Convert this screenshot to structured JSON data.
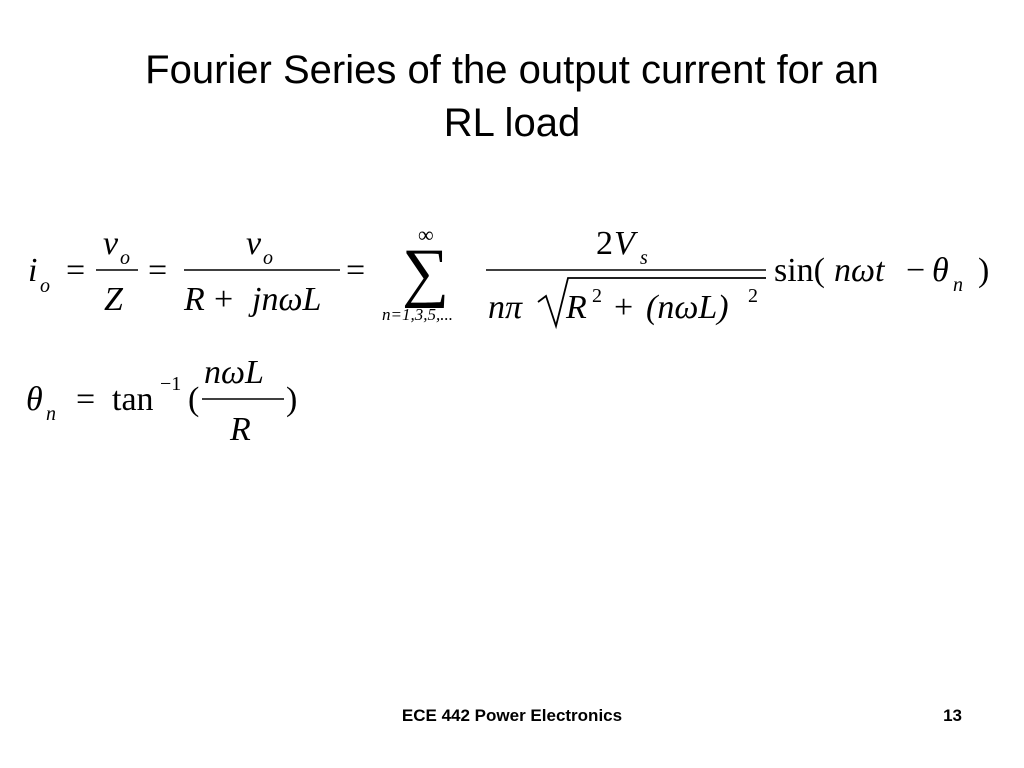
{
  "slide": {
    "title_line1": "Fourier Series of the output current for an",
    "title_line2": "RL load"
  },
  "equation1": {
    "io": "i",
    "io_sub": "o",
    "eq": "=",
    "v": "v",
    "v_sub": "o",
    "Z": "Z",
    "R": "R",
    "plus": "+",
    "jnwL": "jnωL",
    "sum": "∑",
    "infinity": "∞",
    "sum_lower": "n=1,3,5,...",
    "two": "2",
    "V": "V",
    "V_sub": "s",
    "npi": "nπ",
    "R_sq": "R",
    "sq": "2",
    "nwL_paren": "(nωL)",
    "sin_open": "sin(",
    "nwt": "nωt",
    "minus": "−",
    "theta": "θ",
    "theta_sub": "n",
    "close": ")"
  },
  "equation2": {
    "theta": "θ",
    "theta_sub": "n",
    "eq": "=",
    "tan": "tan",
    "tan_sup": "−1",
    "open": "(",
    "nwL": "nωL",
    "R": "R",
    "close": ")"
  },
  "footer": {
    "course": "ECE 442 Power Electronics",
    "page": "13"
  }
}
